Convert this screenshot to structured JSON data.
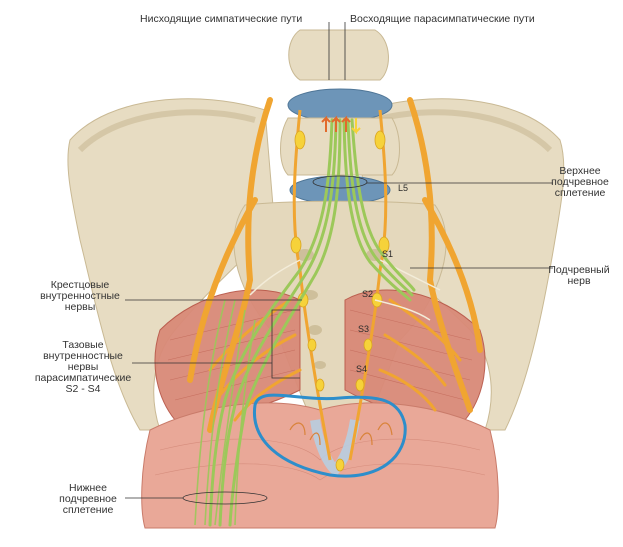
{
  "labels": {
    "descending_sympathetic": "Нисходящие симпатические пути",
    "ascending_parasympathetic": "Восходящие парасимпатические пути",
    "superior_hypogastric": [
      "Верхнее",
      "подчревное",
      "сплетение"
    ],
    "hypogastric_nerve": [
      "Подчревный",
      "нерв"
    ],
    "sacral_splanchnic": [
      "Крестцовые",
      "внутренностные",
      "нервы"
    ],
    "pelvic_splanchnic": [
      "Тазовые",
      "внутренностные",
      "нервы",
      "парасимпатические",
      "S2 - S4"
    ],
    "inferior_hypogastric": [
      "Нижнее",
      "подчревное",
      "сплетение"
    ]
  },
  "vertebra_labels": {
    "l5": "L5",
    "s1": "S1",
    "s2": "S2",
    "s3": "S3",
    "s4": "S4"
  },
  "colors": {
    "bone": "#e7dcc2",
    "bone_shadow": "#c9b994",
    "muscle": "#d98a78",
    "muscle_dark": "#b9594a",
    "disc": "#6d95b8",
    "nerve_orange": "#f0a531",
    "nerve_yellow": "#f6d23a",
    "pathway_green": "#9cc85a",
    "highlight_blue": "#2d8ecb",
    "ureter_blue": "#b8cde0",
    "leader_line": "#333333"
  }
}
